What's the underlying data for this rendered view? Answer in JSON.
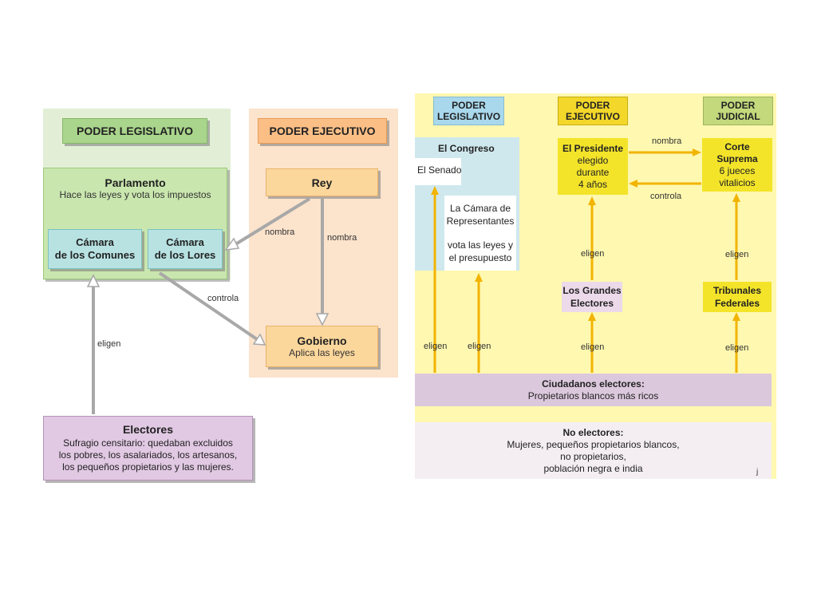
{
  "left": {
    "legislativo_header": "PODER LEGISLATIVO",
    "ejecutivo_header": "PODER EJECUTIVO",
    "parlamento": {
      "title": "Parlamento",
      "desc": "Hace las leyes y vota los impuestos"
    },
    "camara_comunes": [
      "Cámara",
      "de los Comunes"
    ],
    "camara_lores": [
      "Cámara",
      "de los Lores"
    ],
    "rey": "Rey",
    "gobierno": {
      "title": "Gobierno",
      "desc": "Aplica las leyes"
    },
    "electores": {
      "title": "Electores",
      "lines": [
        "Sufragio censitario: quedaban excluidos",
        "los pobres, los asalariados, los artesanos,",
        "los pequeños propietarios y las mujeres."
      ]
    },
    "labels": {
      "nombra_1": "nombra",
      "nombra_2": "nombra",
      "controla": "controla",
      "eligen": "eligen"
    }
  },
  "right": {
    "legislativo_header": [
      "PODER",
      "LEGISLATIVO"
    ],
    "ejecutivo_header": [
      "PODER",
      "EJECUTIVO"
    ],
    "judicial_header": [
      "PODER",
      "JUDICIAL"
    ],
    "congreso": "El Congreso",
    "senado": "El Senado",
    "camara": [
      "La Cámara de",
      "Representantes"
    ],
    "vota": [
      "vota las leyes y",
      "el presupuesto"
    ],
    "presidente": {
      "title": "El Presidente",
      "lines": [
        "elegido",
        "durante",
        "4 años"
      ]
    },
    "corte": {
      "title": [
        "Corte",
        "Suprema"
      ],
      "lines": [
        "6 jueces",
        "vitalicios"
      ]
    },
    "grandes_electores": [
      "Los Grandes",
      "Electores"
    ],
    "tribunales": [
      "Tribunales",
      "Federales"
    ],
    "ciudadanos": {
      "title": "Ciudadanos electores:",
      "desc": "Propietarios blancos más ricos"
    },
    "no_electores": {
      "title": "No electores:",
      "lines": [
        "Mujeres, pequeños propietarios blancos,",
        "no propietarios,",
        "población negra e india"
      ]
    },
    "labels": {
      "nombra": "nombra",
      "controla": "controla",
      "eligen": "eligen",
      "page_mark": "j"
    }
  }
}
